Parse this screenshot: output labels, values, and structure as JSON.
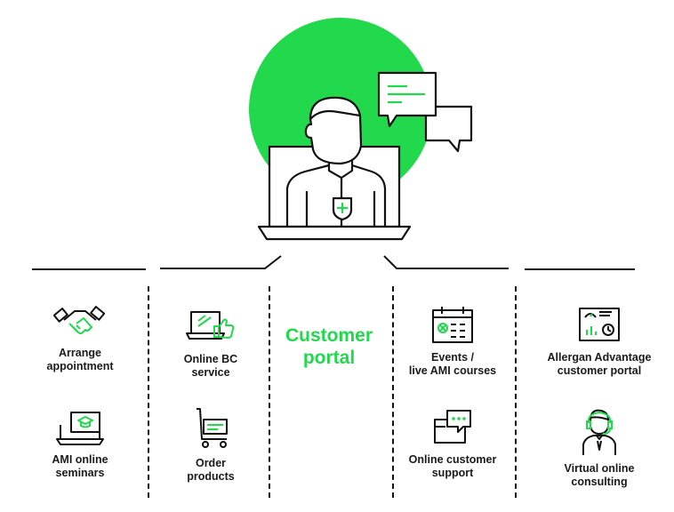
{
  "title": "Customer\nportal",
  "accent_color": "#22d84c",
  "items": [
    {
      "label": "Arrange\nappointment",
      "icon": "handshake-icon"
    },
    {
      "label": "AMI online\nseminars",
      "icon": "online-seminar-icon"
    },
    {
      "label": "Online BC\nservice",
      "icon": "laptop-thumbs-up-icon"
    },
    {
      "label": "Order\nproducts",
      "icon": "shopping-cart-icon"
    },
    {
      "label": "Events /\nlive AMI courses",
      "icon": "calendar-icon"
    },
    {
      "label": "Online customer\nsupport",
      "icon": "chat-support-icon"
    },
    {
      "label": "Allergan Advantage\ncustomer portal",
      "icon": "dashboard-icon"
    },
    {
      "label": "Virtual online\nconsulting",
      "icon": "consultant-headset-icon"
    }
  ]
}
